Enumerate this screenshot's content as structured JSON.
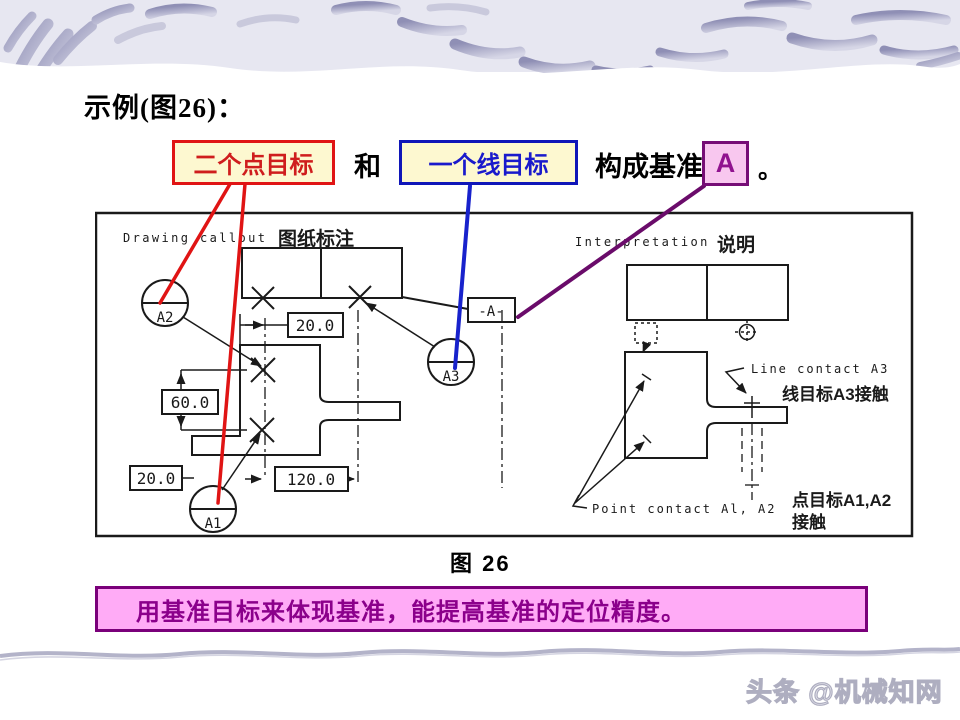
{
  "slide": {
    "title": "示例(图26)：",
    "sentence": {
      "point_target": "二个点目标",
      "and": "和",
      "line_target": "一个线目标",
      "compose": "构成基准",
      "datum_letter": "A",
      "period": "。"
    },
    "figure": {
      "caption": "图 26",
      "callout": {
        "heading_en": "Drawing callout",
        "heading_zh": "图纸标注",
        "datum_flag": "-A-",
        "target_a1": "A1",
        "target_a2": "A2",
        "target_a3": "A3",
        "dim_top": "20.0",
        "dim_left": "60.0",
        "dim_bottom_left": "20.0",
        "dim_bottom": "120.0"
      },
      "interpretation": {
        "heading_en": "Interpretation",
        "heading_zh": "说明",
        "line_contact_en": "Line contact A3",
        "line_contact_zh": "线目标A3接触",
        "point_contact_en": "Point contact Al, A2",
        "point_contact_zh_line1": "点目标A1,A2",
        "point_contact_zh_line2": "接触"
      }
    },
    "banner": "用基准目标来体现基准，能提高基准的定位精度。",
    "watermark": "头条 @机械知网",
    "colors": {
      "red_accent": "#e01414",
      "blue_accent": "#1822cc",
      "purple_accent": "#6a0b6a",
      "highlight_bg": "#fdf8d0",
      "datum_bg": "#f8c7ef",
      "datum_border": "#760d76",
      "banner_bg": "#ffabf6",
      "banner_text": "#8b008b",
      "band_bg": "#e7e7f1",
      "drawing_ink": "#1a1a1a",
      "watermark_color": "#e3e3ec"
    }
  }
}
